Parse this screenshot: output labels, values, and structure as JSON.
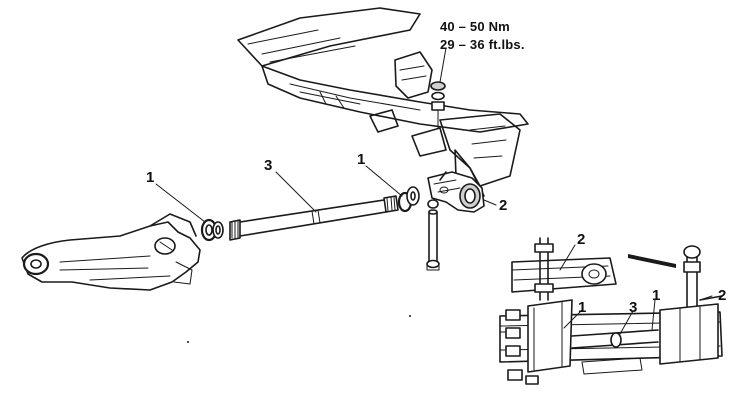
{
  "torque_spec": {
    "metric": "40 – 50 Nm",
    "imperial": "29 – 36 ft.lbs."
  },
  "callouts": {
    "left_bushing": "1",
    "center_bushing": "1",
    "rod": "3",
    "bracket": "2",
    "detail_bracket": "2",
    "detail_bracket_right": "2",
    "detail_bushing_left": "1",
    "detail_rod": "3",
    "detail_bushing_right": "1"
  }
}
